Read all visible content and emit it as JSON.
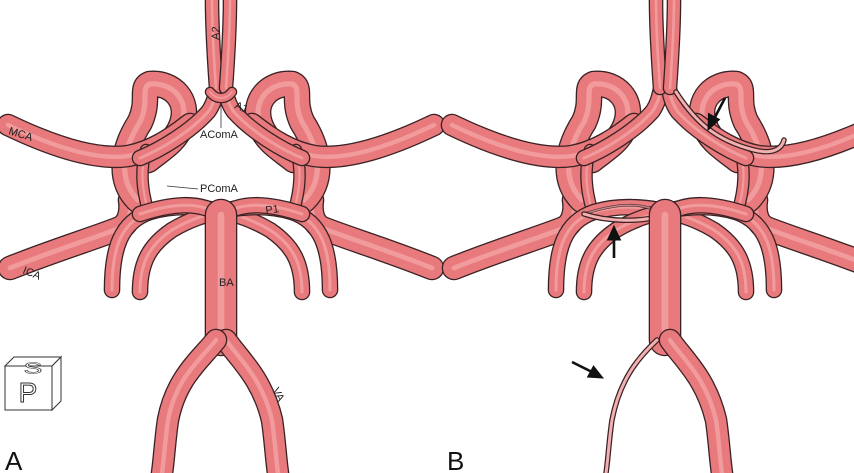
{
  "panels": [
    {
      "id": "A",
      "label": "A"
    },
    {
      "id": "B",
      "label": "B"
    }
  ],
  "labels": {
    "a2": "A2",
    "a1": "A1",
    "acoma": "AComA",
    "mca": "MCA",
    "pcoma": "PComA",
    "p1": "P1",
    "ica": "ICA",
    "ba": "BA",
    "va": "VA"
  },
  "orientation_cube": {
    "top": "S",
    "front": "P"
  },
  "arrows_count": 3,
  "colors": {
    "vessel": "#e8797c",
    "vessel_highlight": "#f4a7a8",
    "outline": "#3a2224",
    "hypoplastic_inner": "#f3b0b1"
  }
}
